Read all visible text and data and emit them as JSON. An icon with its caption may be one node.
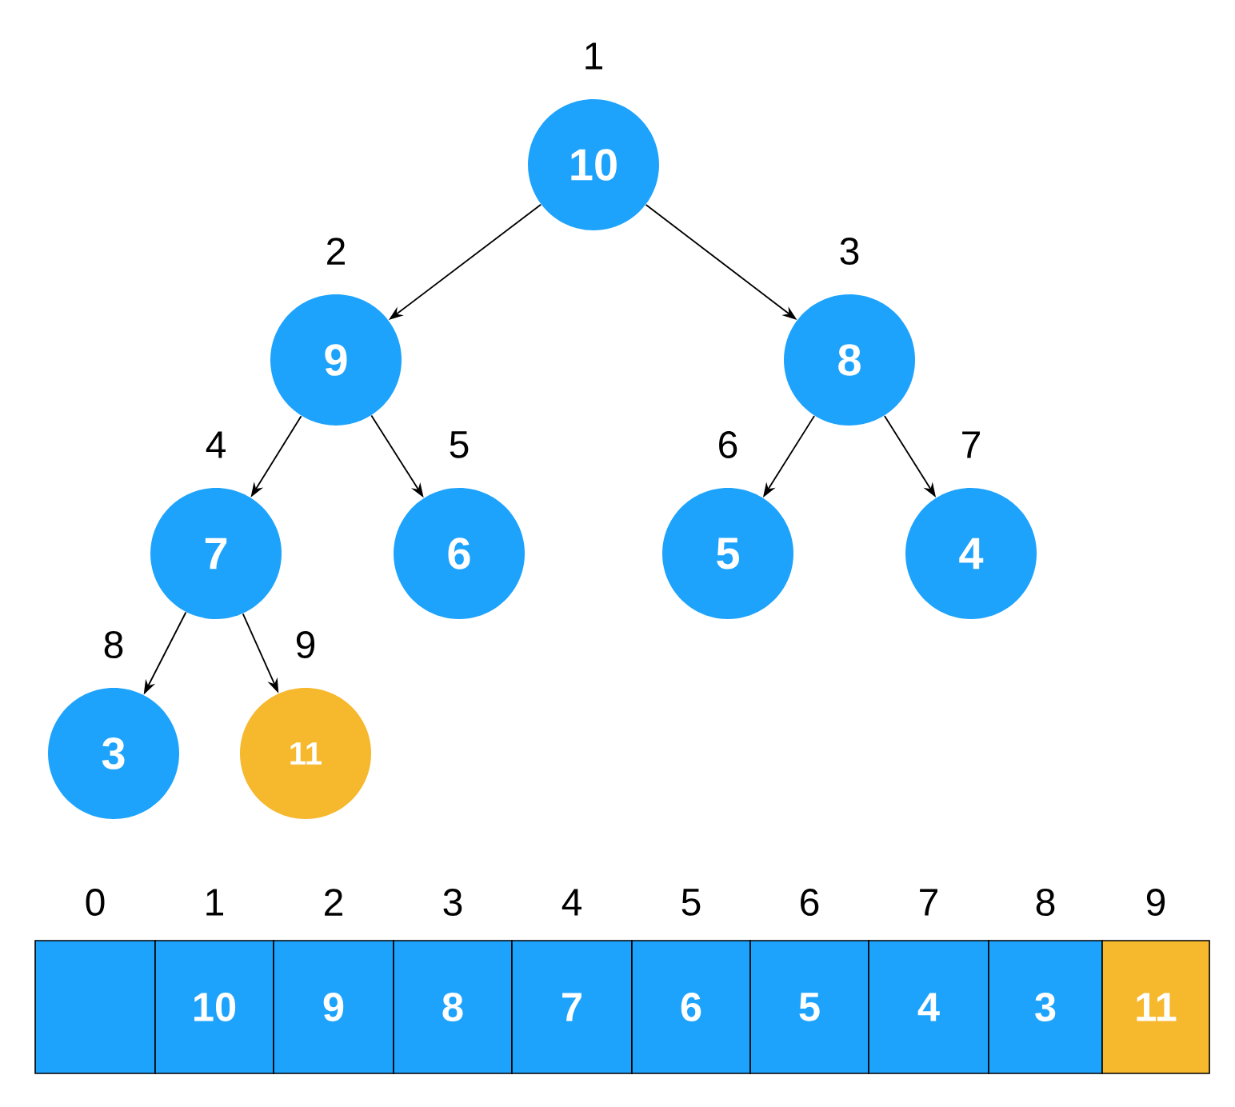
{
  "diagram": {
    "nodes": [
      {
        "text": [
          "10"
        ],
        "beside": [
          "1"
        ]
      },
      {
        "text": [
          "9"
        ],
        "beside": [
          "2"
        ]
      },
      {
        "text": [
          "8"
        ],
        "beside": [
          "3"
        ]
      },
      {
        "text": [
          "7"
        ],
        "beside": [
          "4"
        ]
      },
      {
        "text": [
          "6"
        ],
        "beside": [
          "5"
        ]
      },
      {
        "text": [
          "5"
        ],
        "beside": [
          "6"
        ]
      },
      {
        "text": [
          "4"
        ],
        "beside": [
          "7"
        ]
      },
      {
        "text": [
          "3"
        ],
        "beside": [
          "8"
        ]
      },
      {
        "text": [
          "11"
        ],
        "beside": [
          "9"
        ]
      },
      {
        "text": [],
        "shape": "box",
        "beside": [
          "0"
        ]
      },
      {
        "text": [
          "10"
        ],
        "beside": [
          "1"
        ]
      },
      {
        "text": [
          "9"
        ],
        "beside": [
          "2"
        ]
      },
      {
        "text": [
          "8"
        ],
        "beside": [
          "3"
        ]
      },
      {
        "text": [
          "7"
        ],
        "beside": [
          "4"
        ]
      },
      {
        "text": [
          "6"
        ],
        "beside": [
          "5"
        ]
      },
      {
        "text": [
          "5"
        ],
        "beside": [
          "6"
        ]
      },
      {
        "text": [
          "4"
        ],
        "beside": [
          "7"
        ]
      },
      {
        "text": [
          "3"
        ],
        "beside": [
          "8"
        ]
      },
      {
        "text": [
          "11"
        ],
        "beside": [
          "9"
        ]
      }
    ],
    "edges": [
      {
        "from": 0,
        "to": 1,
        "arrow": "to"
      },
      {
        "from": 0,
        "to": 2,
        "arrow": "to"
      },
      {
        "from": 1,
        "to": 3,
        "arrow": "to"
      },
      {
        "from": 1,
        "to": 4,
        "arrow": "to"
      },
      {
        "from": 2,
        "to": 5,
        "arrow": "to"
      },
      {
        "from": 2,
        "to": 6,
        "arrow": "to"
      },
      {
        "from": 3,
        "to": 7,
        "arrow": "to"
      },
      {
        "from": 3,
        "to": 8,
        "arrow": "to"
      }
    ]
  }
}
